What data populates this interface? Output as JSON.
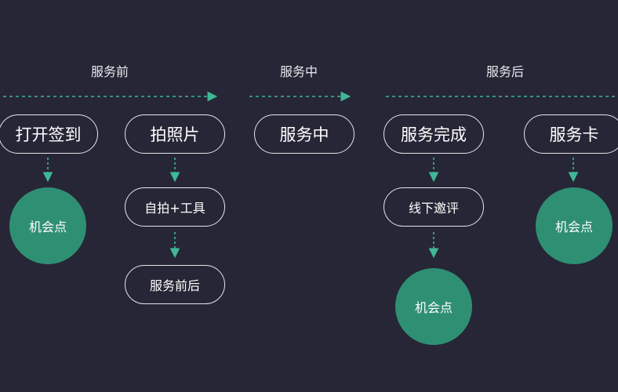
{
  "phases": {
    "before": "服务前",
    "during": "服务中",
    "after": "服务后"
  },
  "nodes": {
    "checkin": "打开签到",
    "photo": "拍照片",
    "in_service": "服务中",
    "service_done": "服务完成",
    "service_card": "服务卡",
    "selfie_tool": "自拍+工具",
    "before_after": "服务前后",
    "offline_review": "线下邀评"
  },
  "opportunities": {
    "checkin_opportunity": "机会点",
    "done_opportunity": "机会点",
    "card_opportunity": "机会点"
  },
  "colors": {
    "background": "#262636",
    "accent": "#2f8f73",
    "arrow": "#3fb895",
    "outline": "#e6e6ea"
  }
}
